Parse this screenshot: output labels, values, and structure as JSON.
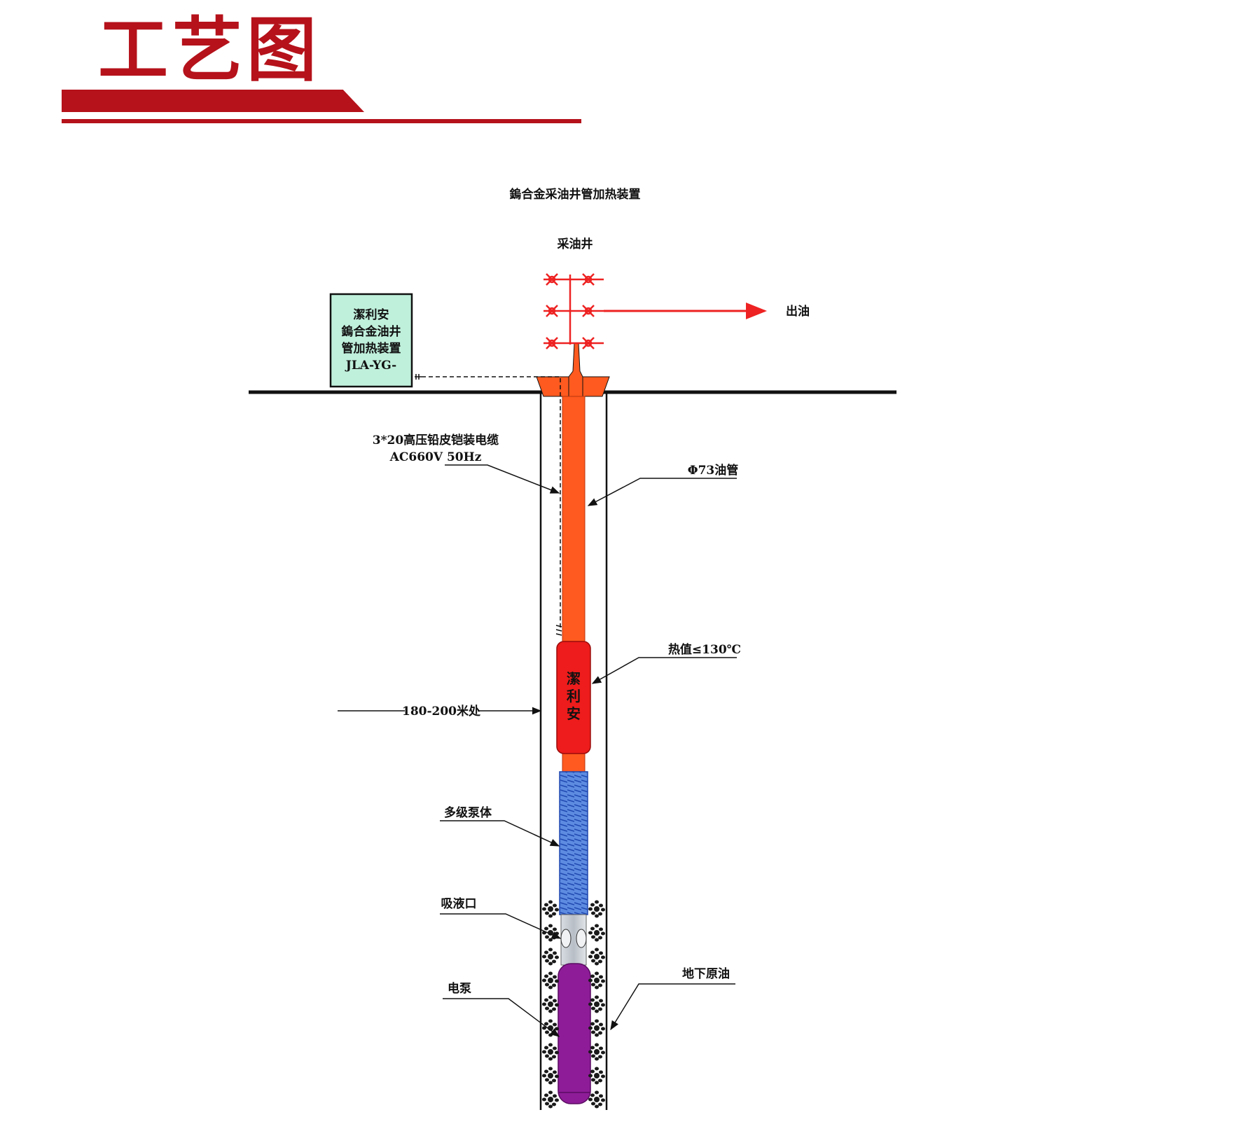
{
  "header": {
    "title": "工艺图"
  },
  "diagram": {
    "title": "鎢合金采油井管加热装置",
    "well_label": "采油井",
    "outlet_label": "出油",
    "control_box": {
      "lines": [
        "潔利安",
        "鎢合金油井",
        "管加热装置",
        "JLA-YG-"
      ]
    },
    "labels": {
      "cable": [
        "3*20高压铅皮铠装电缆",
        "AC660V 50Hz"
      ],
      "tubing": "Φ73油管",
      "heat": "热值≤130℃",
      "depth": "180-200米处",
      "pump_body": "多级泵体",
      "intake": "吸液口",
      "motor": "电泵",
      "crude": "地下原油"
    },
    "heater_text": [
      "潔",
      "利",
      "安"
    ]
  },
  "colors": {
    "brand_red": "#b5121b",
    "pipe_orange": "#ff5a1f",
    "heater_red": "#ee1c1c",
    "pump_blue": "#4a78d8",
    "motor_purple": "#8e1c98",
    "box_fill": "#bff0dc",
    "valve_red": "#ee2222"
  }
}
